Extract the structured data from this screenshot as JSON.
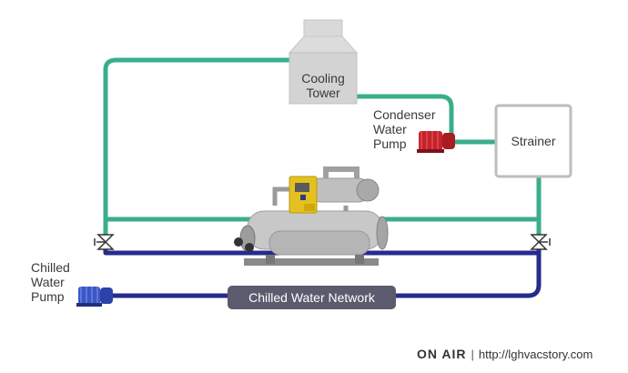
{
  "components": {
    "cooling_tower": [
      "Cooling",
      "Tower"
    ],
    "condenser_pump": [
      "Condenser",
      "Water",
      "Pump"
    ],
    "strainer": "Strainer",
    "chilled_pump": [
      "Chilled",
      "Water",
      "Pump"
    ],
    "chiller": "chiller-unit"
  },
  "network_label": "Chilled Water Network",
  "footer": {
    "brand": "ON AIR",
    "separator": "|",
    "url": "http://lghvacstory.com"
  },
  "colors": {
    "condenser_loop": "#3aae8c",
    "chilled_loop": "#262b8c",
    "condenser_pump": "#c5232b",
    "chilled_pump": "#3a56c8",
    "label_box": "#5b5b6e"
  }
}
